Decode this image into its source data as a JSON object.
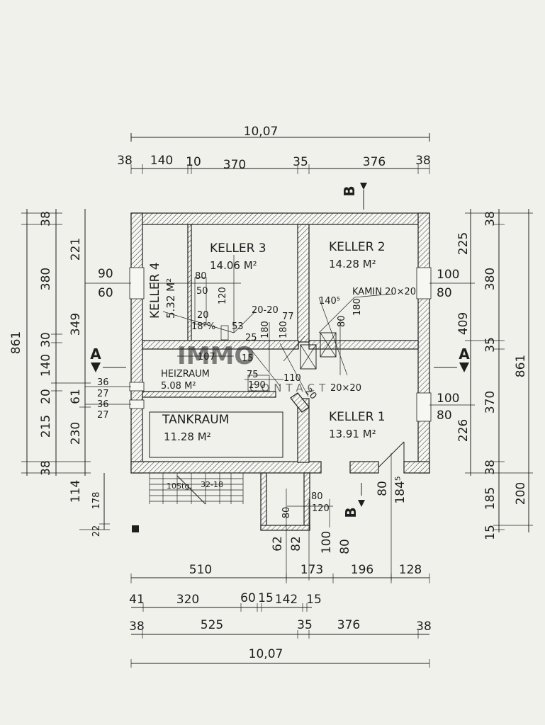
{
  "rooms": [
    {
      "name": "KELLER 3",
      "area": "14.06 M²"
    },
    {
      "name": "KELLER 2",
      "area": "14.28 M²"
    },
    {
      "name": "KELLER 4",
      "area": "5.32 M²"
    },
    {
      "name": "HEIZRAUM",
      "area": "5.08 M²"
    },
    {
      "name": "TANKRAUM",
      "area": "11.28 M²"
    },
    {
      "name": "KELLER 1",
      "area": "13.91 M²"
    }
  ],
  "kamin_label": "KAMIN 20×20",
  "kamin_size": "20×20",
  "stairs_label": "10Stg.",
  "stairs_ratio": "32-18",
  "sections": {
    "a": "A",
    "b": "B"
  },
  "watermark": {
    "main": "IMMO",
    "sub": "CONTACT"
  },
  "dims": {
    "top_total": "10,07",
    "top_row": [
      "38",
      "140",
      "10",
      "370",
      "35",
      "376",
      "38"
    ],
    "bottom_row1": [
      "510",
      "173",
      "196",
      "128"
    ],
    "bottom_row2": [
      "41",
      "320",
      "60",
      "15",
      "142",
      "15"
    ],
    "bottom_row3": [
      "38",
      "525",
      "35",
      "376",
      "38"
    ],
    "bottom_total": "10,07",
    "left_outer": [
      "38",
      "380",
      "30",
      "140",
      "20",
      "215",
      "38"
    ],
    "left_outer_total": "861",
    "left_inner": [
      "221",
      "349",
      "61",
      "230",
      "114"
    ],
    "left_small": [
      "178",
      "22"
    ],
    "left_window_1": [
      "90",
      "60"
    ],
    "left_window_2": [
      "36",
      "27",
      "36",
      "27"
    ],
    "right_inner": [
      "225",
      "409",
      "226"
    ],
    "right_outer": [
      "38",
      "380",
      "35",
      "370",
      "38",
      "185",
      "15"
    ],
    "right_outer_total": "861",
    "right_200": "200",
    "right_window_1": [
      "100",
      "80"
    ],
    "right_window_2": [
      "100",
      "80"
    ],
    "interior": {
      "k4_a": "80",
      "k4_b": "50",
      "k4_c": "120",
      "k4_d": "20",
      "k4_e": "18²%",
      "k4_f": "53",
      "k4_g": "25",
      "k3_a": "20-20",
      "k3_b": "77",
      "k3_c": "180",
      "k3_d": "180",
      "k2_a": "140⁵",
      "k2_b": "80",
      "k2_c": "180",
      "h_a": "107",
      "h_b": "15",
      "h_c": "75",
      "h_d": "110",
      "h_e": "190",
      "h_f": "20",
      "k1_a": "184⁵",
      "k1_b": "80",
      "ext_a": "80",
      "ext_b": "120",
      "ext_c": "80",
      "below": [
        "62",
        "82",
        "100",
        "80"
      ]
    }
  }
}
